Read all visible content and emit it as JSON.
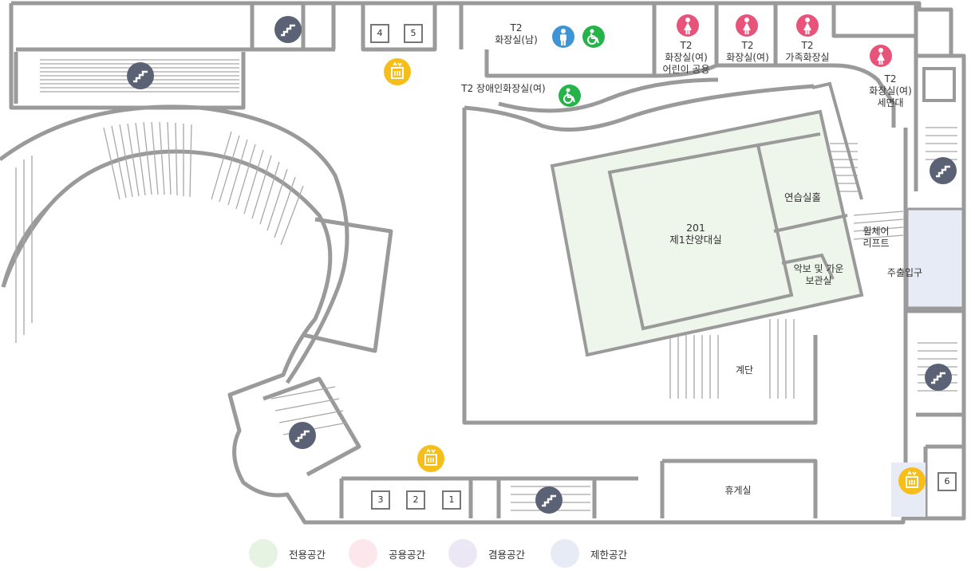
{
  "rooms": {
    "main_hall": [
      "201",
      "제1찬양대실"
    ],
    "practice_hall": "연습실홀",
    "storage": [
      "악보 및 가운",
      "보관실"
    ],
    "stairs_area": "계단",
    "lounge": "휴게실",
    "wheelchair_lift": [
      "휠체어",
      "리프트"
    ],
    "exit": "주출입구"
  },
  "restrooms": {
    "male": [
      "T2",
      "화장실(남)"
    ],
    "accessible_female": "T2 장애인화장실(여)",
    "female_children": [
      "T2",
      "화장실(여)",
      "어린이 공용"
    ],
    "female": [
      "T2",
      "화장실(여)"
    ],
    "family": [
      "T2",
      "가족화장실"
    ],
    "female_vanity": [
      "T2",
      "화장실(여)",
      "세면대"
    ]
  },
  "elevators": [
    "1",
    "2",
    "3",
    "4",
    "5",
    "6"
  ],
  "icons": {
    "stairs": "stairs-icon",
    "elevator": "elevator-icon",
    "toilet_female": "female-toilet-icon",
    "toilet_male": "male-toilet-icon",
    "accessible": "wheelchair-icon"
  },
  "legend": [
    {
      "label": "전용공간",
      "color": "#e6f2e2"
    },
    {
      "label": "공용공간",
      "color": "#fbe7ec"
    },
    {
      "label": "겸용공간",
      "color": "#ebe7f4"
    },
    {
      "label": "제한공간",
      "color": "#e6ebf5"
    }
  ],
  "colors": {
    "wall": "#9a9a9a",
    "private_fill": "#eef5ea",
    "restricted_fill": "#e6ebf5",
    "stairs_icon": "#5b6275",
    "elevator_icon": "#f5be1a",
    "female_icon": "#e8537a",
    "male_icon": "#3f94d6",
    "accessible_icon": "#26b34a"
  }
}
